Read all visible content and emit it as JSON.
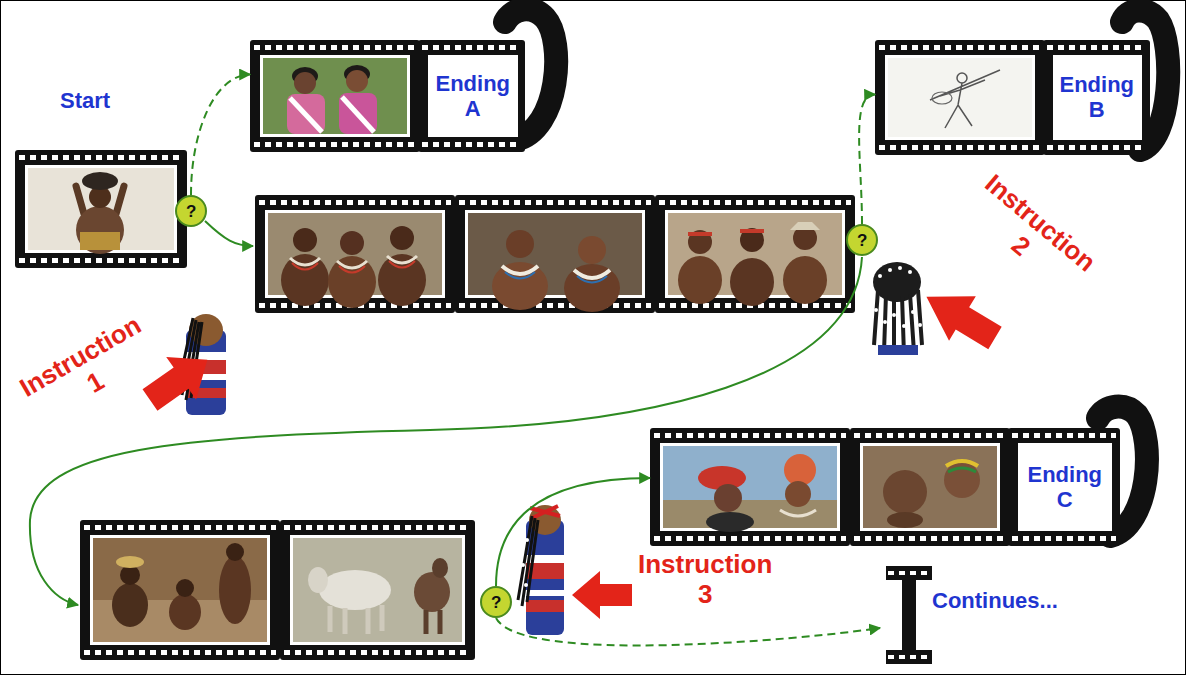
{
  "diagram": {
    "nodes": [
      {
        "text": [
          "Start"
        ]
      },
      {
        "text": [
          "?"
        ]
      },
      {
        "text": [
          "Ending A"
        ]
      },
      {
        "text": [
          "?"
        ]
      },
      {
        "text": [
          "Ending B"
        ]
      },
      {
        "text": [
          "?"
        ]
      },
      {
        "text": [
          "Ending C"
        ]
      },
      {
        "text": [
          "Continues..."
        ]
      }
    ],
    "edges": [
      {
        "from": 1,
        "to": 2,
        "arrow": "to"
      },
      {
        "from": 3,
        "to": 4,
        "arrow": "to"
      },
      {
        "from": 5,
        "to": 6,
        "arrow": "to"
      },
      {
        "from": 5,
        "to": 7,
        "arrow": "to"
      }
    ],
    "labels": [
      "Instruction 1",
      "Instruction 2",
      "Instruction 3"
    ]
  }
}
